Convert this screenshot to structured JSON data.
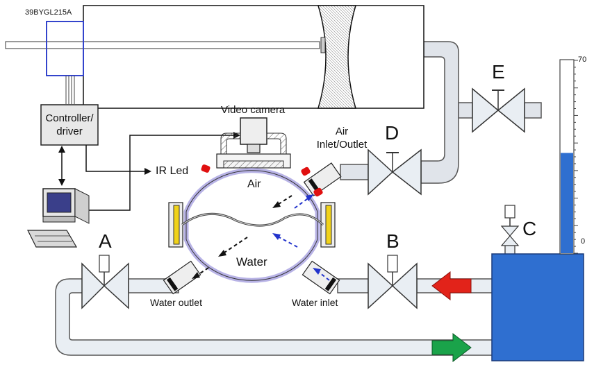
{
  "labels": {
    "motor": "39BYGL215A",
    "controller_line1": "Controller/",
    "controller_line2": "driver",
    "video_camera": "Video camera",
    "air_inlet_line1": "Air",
    "air_inlet_line2": "Inlet/Outlet",
    "ir_led": "IR Led",
    "air": "Air",
    "water": "Water",
    "water_outlet": "Water outlet",
    "water_inlet": "Water inlet"
  },
  "valves": {
    "a": "A",
    "b": "B",
    "c": "C",
    "d": "D",
    "e": "E"
  },
  "scale": {
    "top": "70",
    "bottom": "0",
    "level_fraction": 0.52
  },
  "icons": [
    "syringe-cylinder",
    "stepper-motor",
    "controller-box",
    "computer",
    "video-camera",
    "ir-led",
    "chamber",
    "water-tank",
    "valve",
    "flow-arrow-red",
    "flow-arrow-green"
  ],
  "colors": {
    "tank": "#2f6fd0",
    "pipe": "#e9eef3",
    "pipe_stroke": "#555555",
    "chamber_wall": "#b8b3e6",
    "arrow_red": "#e2231a",
    "arrow_green": "#1aa34a",
    "motor_frame": "#3344cc",
    "led": "#e01010",
    "bolt": "#f0d21a"
  }
}
